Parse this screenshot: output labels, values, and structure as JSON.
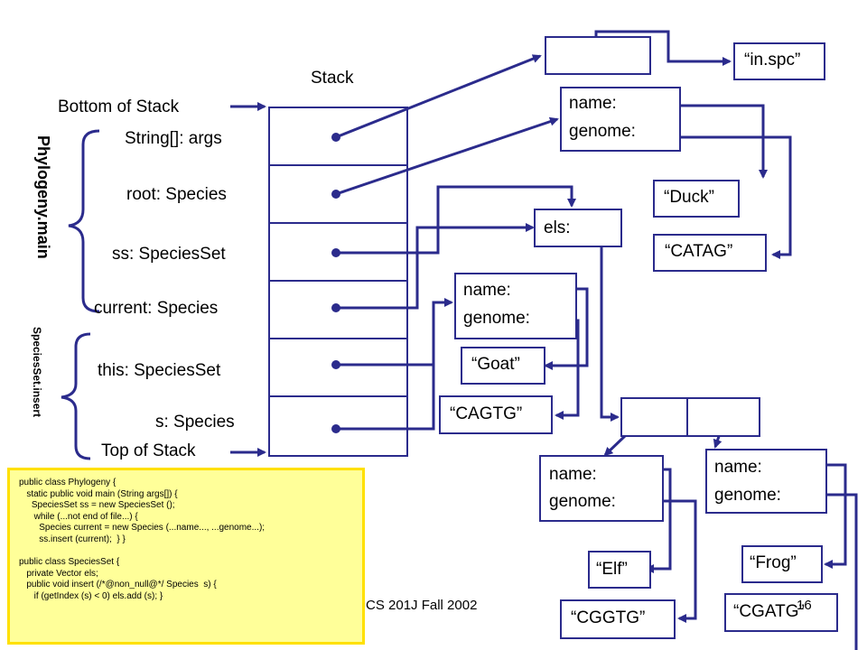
{
  "labels": {
    "stack": "Stack",
    "bottom": "Bottom of Stack",
    "top": "Top of Stack",
    "phylogeny_main": "Phylogeny.main",
    "speciesset_insert": "SpeciesSet.insert"
  },
  "frames": [
    "String[]: args",
    "root: Species",
    "ss: SpeciesSet",
    "current: Species",
    "this: SpeciesSet",
    "s: Species"
  ],
  "fields": {
    "name": "name:",
    "genome": "genome:",
    "els": "els:"
  },
  "strings": {
    "in_spc": "“in.spc”",
    "duck": "“Duck”",
    "catag": "“CATAG”",
    "goat": "“Goat”",
    "cagtg": "“CAGTG”",
    "elf": "“Elf”",
    "cggtg": "“CGGTG”",
    "frog": "“Frog”",
    "cgatg": "“CGATG”"
  },
  "footer": {
    "course": "CS 201J Fall 2002",
    "page": "16"
  },
  "code": [
    "public class Phylogeny {",
    "   static public void main (String args[]) {",
    "     SpeciesSet ss = new SpeciesSet ();",
    "      while (...not end of file...) {",
    "        Species current = new Species (...name..., ...genome...);",
    "        ss.insert (current);  } }",
    "",
    "public class SpeciesSet {",
    "   private Vector els;",
    "   public void insert (/*@non_null@*/ Species  s) {",
    "      if (getIndex (s) < 0) els.add (s); }"
  ],
  "colors": {
    "ink": "#2b2b8c",
    "code_bg": "#ffff99",
    "code_border": "#ffe000"
  }
}
